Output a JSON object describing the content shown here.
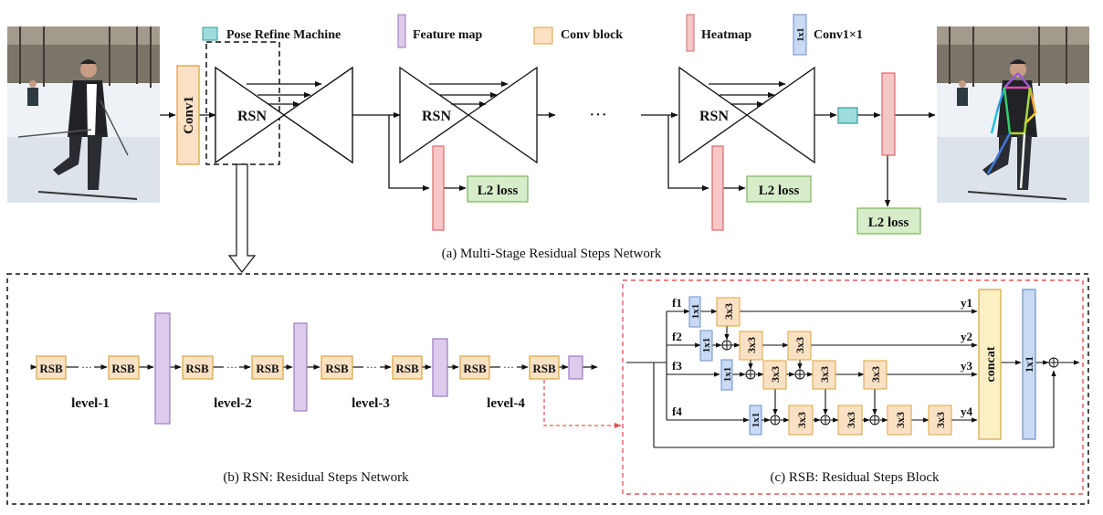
{
  "legend": {
    "prm": "Pose Refine Machine",
    "feature_map": "Feature map",
    "conv_block": "Conv block",
    "heatmap": "Heatmap",
    "conv1x1_icon": "1x1",
    "conv1x1": "Conv1×1"
  },
  "top": {
    "conv1": "Conv1",
    "rsn": "RSN",
    "ellipsis": "···",
    "l2_loss": "L2 loss",
    "caption": "(a) Multi-Stage Residual Steps Network"
  },
  "rsn_panel": {
    "rsb": "RSB",
    "dots": "···",
    "levels": [
      "level-1",
      "level-2",
      "level-3",
      "level-4"
    ],
    "caption": "(b) RSN: Residual Steps Network"
  },
  "rsb_panel": {
    "inputs": [
      "f1",
      "f2",
      "f3",
      "f4"
    ],
    "outputs": [
      "y1",
      "y2",
      "y3",
      "y4"
    ],
    "conv1x1": "1x1",
    "conv3x3": "3x3",
    "concat": "concat",
    "caption": "(c) RSB: Residual Steps Block"
  },
  "colors": {
    "prm": "#9fdcdc",
    "feature_map": "#dccbeb",
    "conv_block": "#fbe1c4",
    "conv_border": "#d9a441",
    "heatmap": "#f7c6c6",
    "heatmap_border": "#d86b6b",
    "conv1x1": "#c8daf4",
    "conv1x1_border": "#6d8fc7",
    "loss": "#d7ecc9",
    "loss_border": "#7bb35f",
    "concat": "#fbefc4",
    "red_dash": "#e05a5a"
  }
}
